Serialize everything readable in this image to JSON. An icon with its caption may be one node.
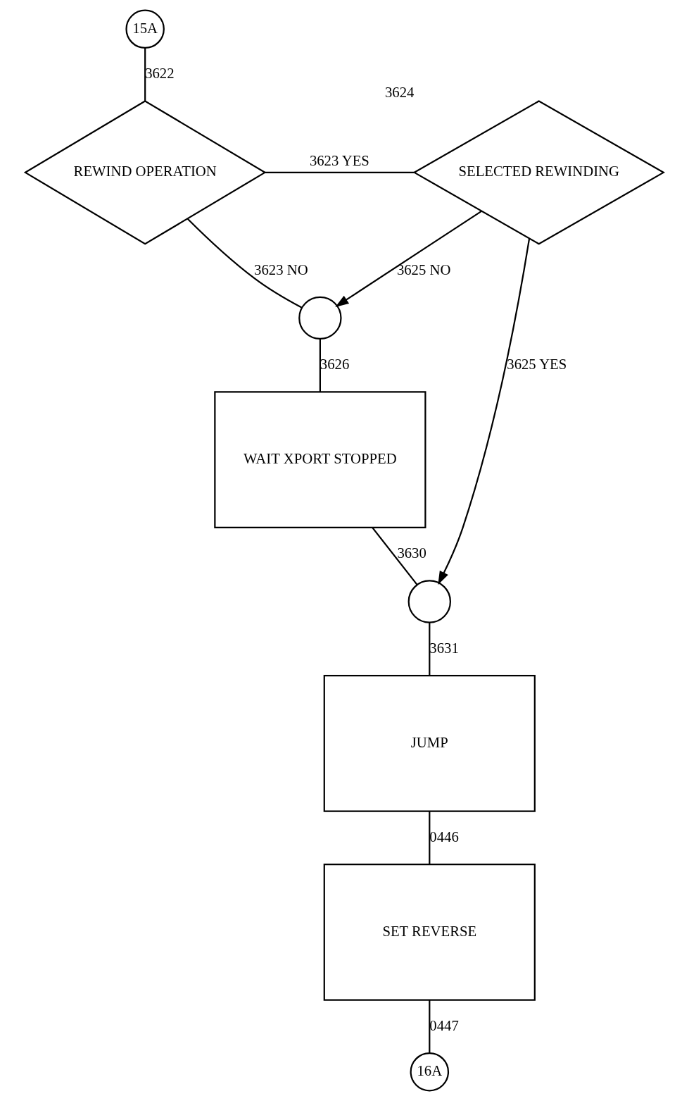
{
  "diagram": {
    "nodes": [
      {
        "text": [
          "15A"
        ]
      },
      {
        "text": [
          "REWIND OPERATION"
        ]
      },
      {
        "text": [
          "SELECTED REWINDING"
        ],
        "beside": [
          "3624"
        ]
      },
      {
        "text": [],
        "shape": "circle"
      },
      {
        "text": [
          "WAIT XPORT STOPPED"
        ]
      },
      {
        "text": [],
        "shape": "circle"
      },
      {
        "text": [
          "JUMP"
        ]
      },
      {
        "text": [
          "SET REVERSE"
        ]
      },
      {
        "text": [
          "16A"
        ]
      }
    ],
    "edges": [
      {
        "from": 0,
        "to": 1,
        "arrow": "none",
        "label": "3622"
      },
      {
        "from": 1,
        "to": 2,
        "arrow": "none",
        "label": "3623 YES"
      },
      {
        "from": 1,
        "to": 3,
        "arrow": "none",
        "label": "3623 NO"
      },
      {
        "from": 2,
        "to": 3,
        "arrow": "to",
        "label": "3625 NO"
      },
      {
        "from": 2,
        "to": 5,
        "arrow": "to",
        "label": "3625 YES"
      },
      {
        "from": 3,
        "to": 4,
        "arrow": "none",
        "label": "3626"
      },
      {
        "from": 4,
        "to": 5,
        "arrow": "none",
        "label": "3630"
      },
      {
        "from": 5,
        "to": 6,
        "arrow": "none",
        "label": "3631"
      },
      {
        "from": 6,
        "to": 7,
        "arrow": "none",
        "label": "0446"
      },
      {
        "from": 7,
        "to": 8,
        "arrow": "none",
        "label": "0447"
      }
    ]
  }
}
